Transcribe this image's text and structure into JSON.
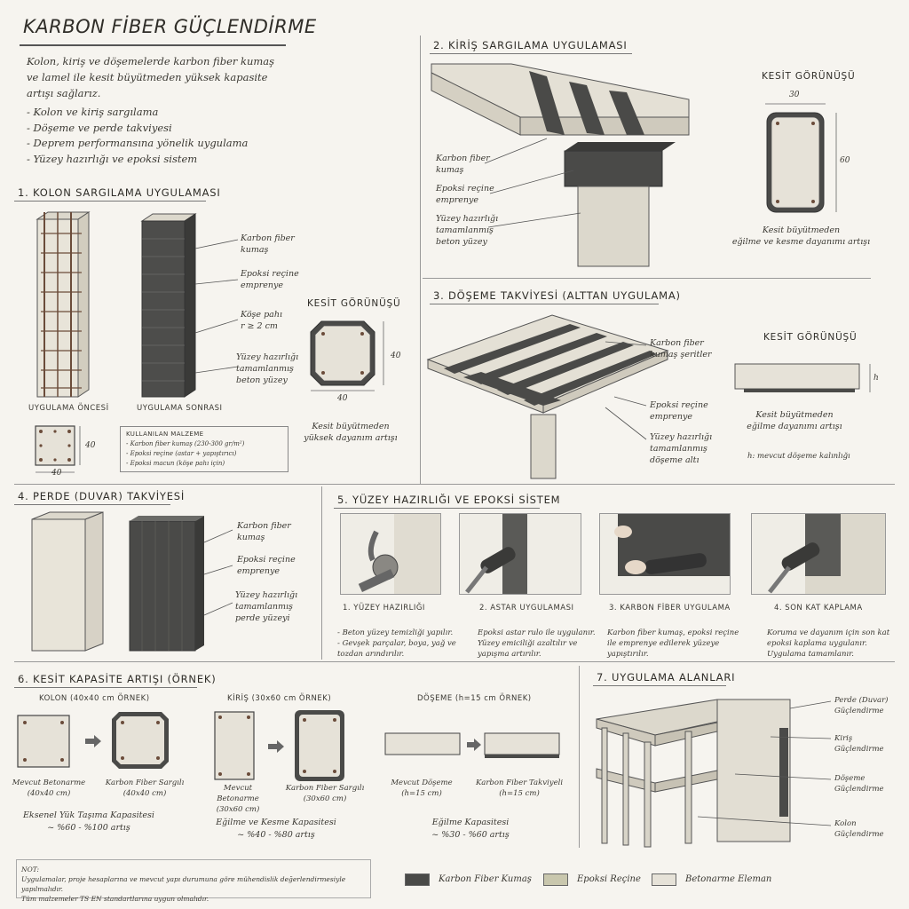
{
  "header": {
    "title": "KARBON FİBER GÜÇLENDİRME",
    "intro": "Kolon, kiriş ve döşemelerde karbon fiber kumaş ve lamel ile kesit büyütmeden yüksek kapasite artışı sağlarız.",
    "bullets": [
      "Kolon ve kiriş sargılama",
      "Döşeme ve perde takviyesi",
      "Deprem performansına yönelik uygulama",
      "Yüzey hazırlığı ve epoksi sistem"
    ]
  },
  "s1": {
    "title": "1. KOLON SARGILAMA UYGULAMASI",
    "labels": [
      "Karbon fiber\nkumaş",
      "Epoksi reçine\nemprenye",
      "Köşe pahı\nr ≥ 2 cm",
      "Yüzey hazırlığı\ntamamlanmış\nbeton yüzey"
    ],
    "before": "UYGULAMA ÖNCESİ",
    "after": "UYGULAMA SONRASI",
    "section_title": "KESİT GÖRÜNÜŞÜ",
    "dim_w": "40",
    "dim_h": "40",
    "small_dim_w": "40",
    "small_dim_h": "40",
    "section_caption": "Kesit büyütmeden\nyüksek dayanım artışı",
    "materials_title": "KULLANILAN MALZEME",
    "materials": [
      "Karbon fiber kumaş (230-300 gr/m²)",
      "Epoksi reçine (astar + yapıştırıcı)",
      "Epoksi macun (köşe pahı için)"
    ]
  },
  "s2": {
    "title": "2. KİRİŞ SARGILAMA UYGULAMASI",
    "labels": [
      "Karbon fiber\nkumaş",
      "Epoksi reçine\nemprenye",
      "Yüzey hazırlığı\ntamamlanmış\nbeton yüzey"
    ],
    "section_title": "KESİT GÖRÜNÜŞÜ",
    "dim_w": "30",
    "dim_h": "60",
    "section_caption": "Kesit büyütmeden\neğilme ve kesme dayanımı artışı"
  },
  "s3": {
    "title": "3. DÖŞEME TAKVİYESİ (ALTTAN UYGULAMA)",
    "labels": [
      "Karbon fiber\nkumaş şeritler",
      "Epoksi reçine\nemprenye",
      "Yüzey hazırlığı\ntamamlanmış\ndöşeme altı"
    ],
    "section_title": "KESİT GÖRÜNÜŞÜ",
    "dim_h": "h",
    "section_caption": "Kesit büyütmeden\neğilme dayanımı artışı",
    "h_note": "h: mevcut döşeme kalınlığı"
  },
  "s4": {
    "title": "4. PERDE (DUVAR) TAKVİYESİ",
    "labels": [
      "Karbon fiber\nkumaş",
      "Epoksi reçine\nemprenye",
      "Yüzey hazırlığı\ntamamlanmış\nperde yüzeyi"
    ]
  },
  "s5": {
    "title": "5. YÜZEY HAZIRLIĞI VE EPOKSİ SİSTEM",
    "steps": [
      {
        "title": "1. YÜZEY HAZIRLIĞI",
        "text": [
          "- Beton yüzey temizliği yapılır.",
          "- Gevşek parçalar, boya, yağ ve",
          "  tozdan arındırılır."
        ]
      },
      {
        "title": "2. ASTAR UYGULAMASI",
        "text": [
          "Epoksi astar rulo ile uygulanır.",
          "Yüzey emiciliği azaltılır ve",
          "yapışma artırılır."
        ]
      },
      {
        "title": "3. KARBON FİBER UYGULAMA",
        "text": [
          "Karbon fiber kumaş, epoksi reçine",
          "ile emprenye edilerek yüzeye",
          "yapıştırılır."
        ]
      },
      {
        "title": "4. SON KAT KAPLAMA",
        "text": [
          "Koruma ve dayanım için son kat",
          "epoksi kaplama uygulanır.",
          "Uygulama tamamlanır."
        ]
      }
    ]
  },
  "s6": {
    "title": "6. KESİT KAPASİTE ARTIŞI (ÖRNEK)",
    "groups": [
      {
        "head": "KOLON (40x40 cm ÖRNEK)",
        "left": "Mevcut Betonarme\n(40x40 cm)",
        "right": "Karbon Fiber Sargılı\n(40x40 cm)",
        "cap": "Eksenel Yük Taşıma Kapasitesi",
        "val": "~ %60 - %100 artış"
      },
      {
        "head": "KİRİŞ (30x60 cm ÖRNEK)",
        "left": "Mevcut Betonarme\n(30x60 cm)",
        "right": "Karbon Fiber Sargılı\n(30x60 cm)",
        "cap": "Eğilme ve Kesme Kapasitesi",
        "val": "~ %40 - %80 artış"
      },
      {
        "head": "DÖŞEME (h=15 cm ÖRNEK)",
        "left": "Mevcut Döşeme\n(h=15 cm)",
        "right": "Karbon Fiber Takviyeli\n(h=15 cm)",
        "cap": "Eğilme Kapasitesi",
        "val": "~ %30 - %60 artış"
      }
    ]
  },
  "s7": {
    "title": "7. UYGULAMA ALANLARI",
    "labels": [
      "Perde (Duvar)\nGüçlendirme",
      "Kiriş\nGüçlendirme",
      "Döşeme\nGüçlendirme",
      "Kolon\nGüçlendirme"
    ]
  },
  "note": {
    "title": "NOT:",
    "text": "Uygulamalar, proje hesaplarına ve mevcut yapı durumuna göre mühendislik değerlendirmesiyle yapılmalıdır.\nTüm malzemeler TS EN standartlarına uygun olmalıdır."
  },
  "legend": [
    {
      "label": "Karbon Fiber Kumaş",
      "color": "#4a4a48"
    },
    {
      "label": "Epoksi Reçine",
      "color": "#c9c7ad"
    },
    {
      "label": "Betonarme Eleman",
      "color": "#e6e2d8"
    }
  ],
  "colors": {
    "carbon": "#4a4a48",
    "concrete": "#e6e2d8",
    "ink": "#3a3832"
  }
}
